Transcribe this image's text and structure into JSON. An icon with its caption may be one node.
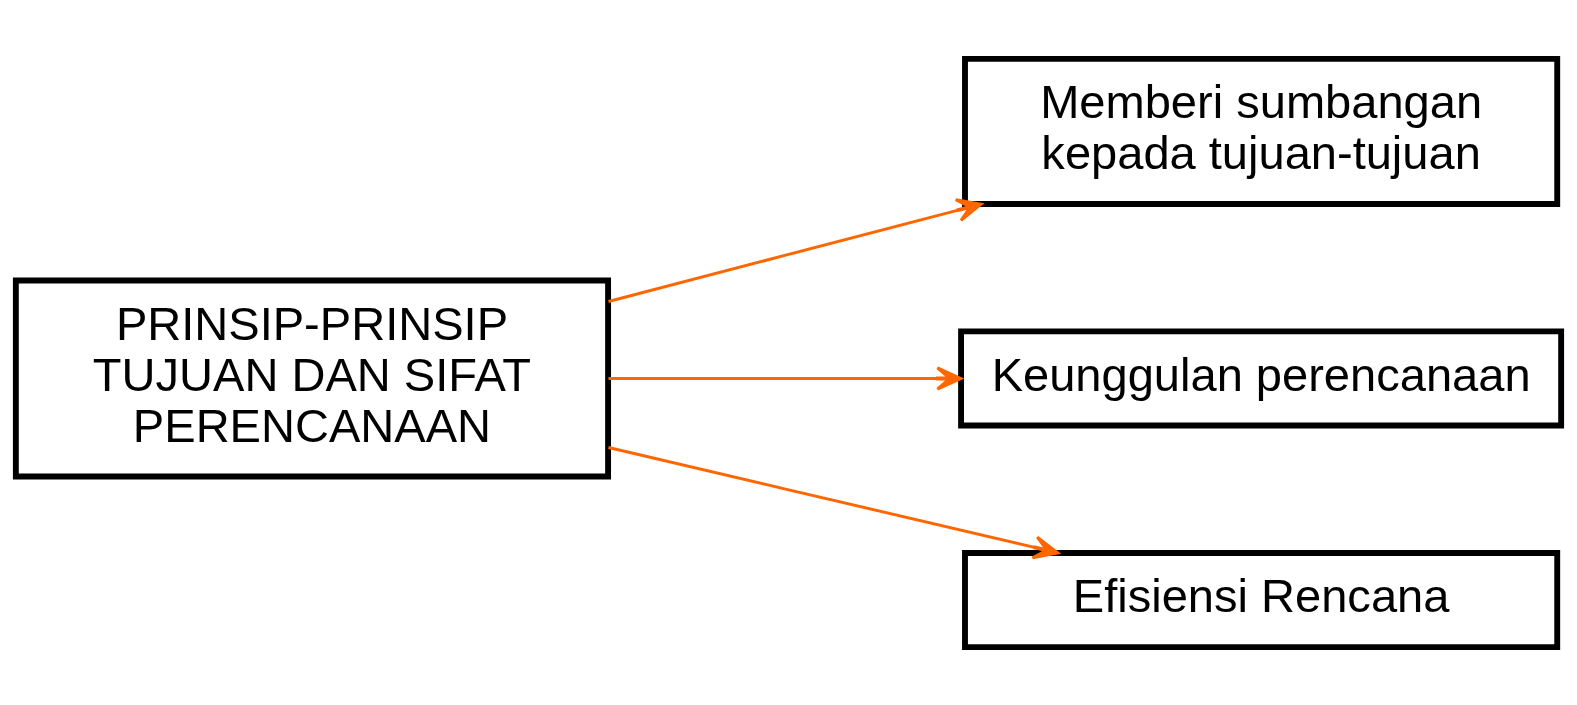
{
  "diagram": {
    "nodes": [
      {
        "text": [
          "PRINSIP-PRINSIP TUJUAN DAN SIFAT PERENCANAAN"
        ]
      },
      {
        "text": [
          "Memberi sumbangan kepada tujuan-tujuan"
        ]
      },
      {
        "text": [
          "Keunggulan perencanaan"
        ]
      },
      {
        "text": [
          "Efisiensi Rencana"
        ]
      }
    ],
    "edges": [
      {
        "from": 0,
        "to": 1,
        "arrow": "to"
      },
      {
        "from": 0,
        "to": 2,
        "arrow": "to"
      },
      {
        "from": 0,
        "to": 3,
        "arrow": "to"
      }
    ]
  }
}
